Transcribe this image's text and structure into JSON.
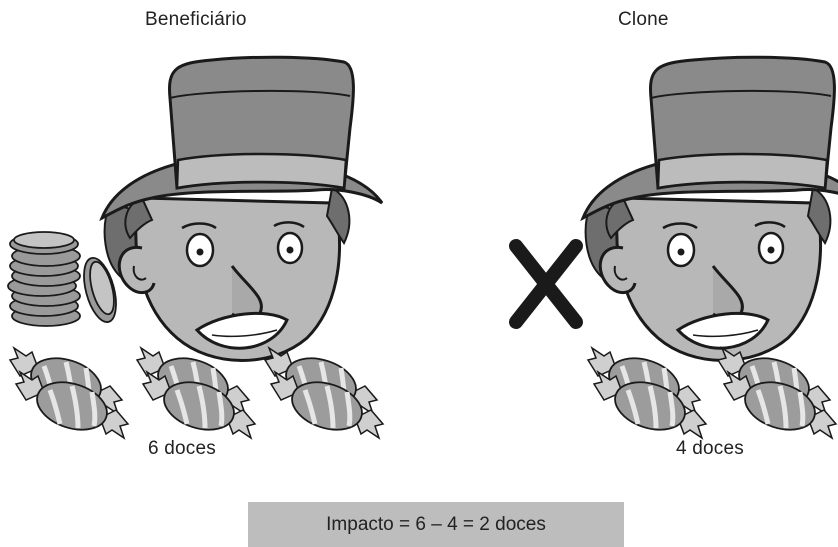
{
  "beneficiary": {
    "title": "Beneficiário",
    "candies_label": "6 doces",
    "candy_count": 3,
    "has_coins": true
  },
  "clone": {
    "title": "Clone",
    "candies_label": "4 doces",
    "candy_count": 2,
    "has_coins": false
  },
  "impact": {
    "label": "Impacto = 6 – 4 = 2 doces"
  },
  "colors": {
    "hat": "#8a8a8a",
    "hat_band": "#bcbcbc",
    "face": "#b8b8b8",
    "hair": "#6e6e6e",
    "outline": "#1a1a1a",
    "impact_box": "#bdbdbd"
  }
}
